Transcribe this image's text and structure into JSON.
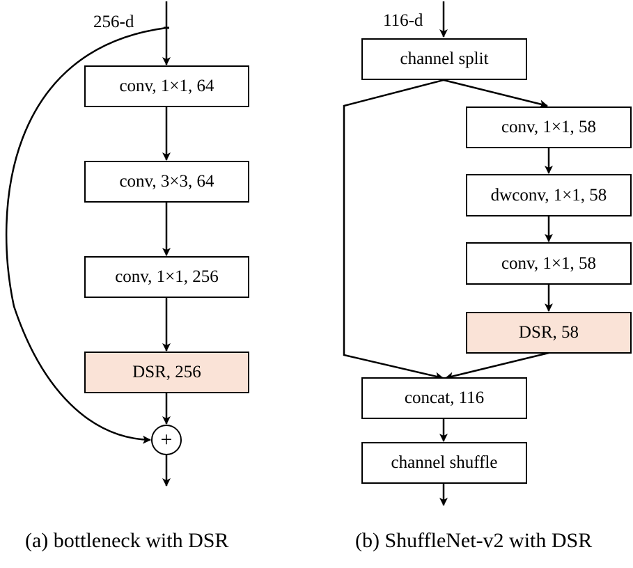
{
  "diagram_a": {
    "input_label": "256-d",
    "boxes": [
      "conv, 1×1, 64",
      "conv, 3×3, 64",
      "conv, 1×1, 256",
      "DSR, 256"
    ],
    "sum_symbol": "+",
    "caption": "(a) bottleneck with DSR"
  },
  "diagram_b": {
    "input_label": "116-d",
    "split_box": "channel split",
    "branch_boxes": [
      "conv, 1×1, 58",
      "dwconv, 1×1, 58",
      "conv, 1×1, 58",
      "DSR, 58"
    ],
    "concat_box": "concat, 116",
    "shuffle_box": "channel shuffle",
    "caption": "(b) ShuffleNet-v2 with DSR"
  },
  "colors": {
    "line": "#000000",
    "dsr_fill": "#fae3d7",
    "box_fill": "#ffffff"
  }
}
